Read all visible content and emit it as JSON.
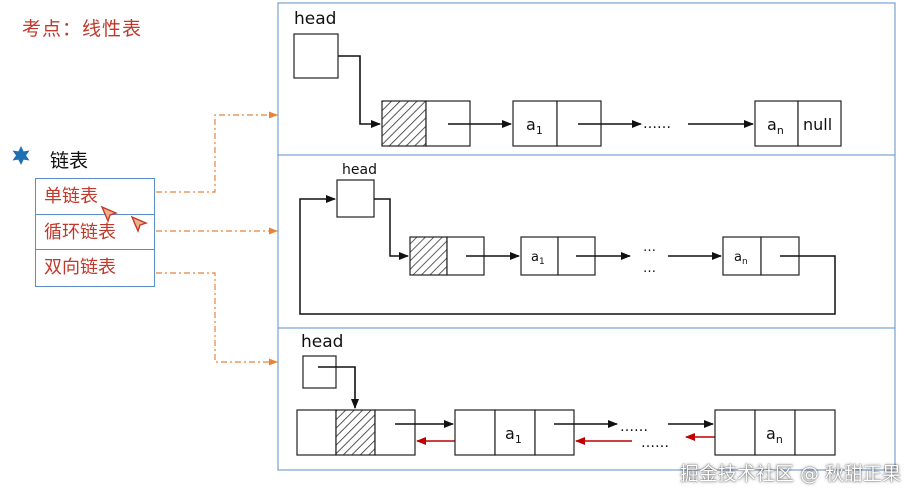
{
  "page": {
    "title": "考点：线性表",
    "topic": "链表",
    "menu_items": [
      "单链表",
      "循环链表",
      "双向链表"
    ],
    "watermark": "掘金技术社区 @ 秋甜正果"
  },
  "colors": {
    "title_red": "#c0392b",
    "panel_border": "#5b8fc9",
    "connector_orange": "#e8833a",
    "back_arrow_red": "#c00000",
    "star_blue": "#1f6fb5"
  },
  "panels": {
    "single": {
      "head_label": "head",
      "node_a1": "a",
      "node_a1_sub": "1",
      "node_an": "a",
      "node_an_sub": "n",
      "null_label": "null",
      "ellipsis": "……"
    },
    "circular": {
      "head_label": "head",
      "node_a1": "a",
      "node_a1_sub": "1",
      "node_an": "a",
      "node_an_sub": "n",
      "ellipsis_top": "…",
      "ellipsis_bottom": "…"
    },
    "double": {
      "head_label": "head",
      "node_a1": "a",
      "node_a1_sub": "1",
      "node_an": "a",
      "node_an_sub": "n",
      "ellipsis_top": "……",
      "ellipsis_bottom": "……"
    }
  }
}
